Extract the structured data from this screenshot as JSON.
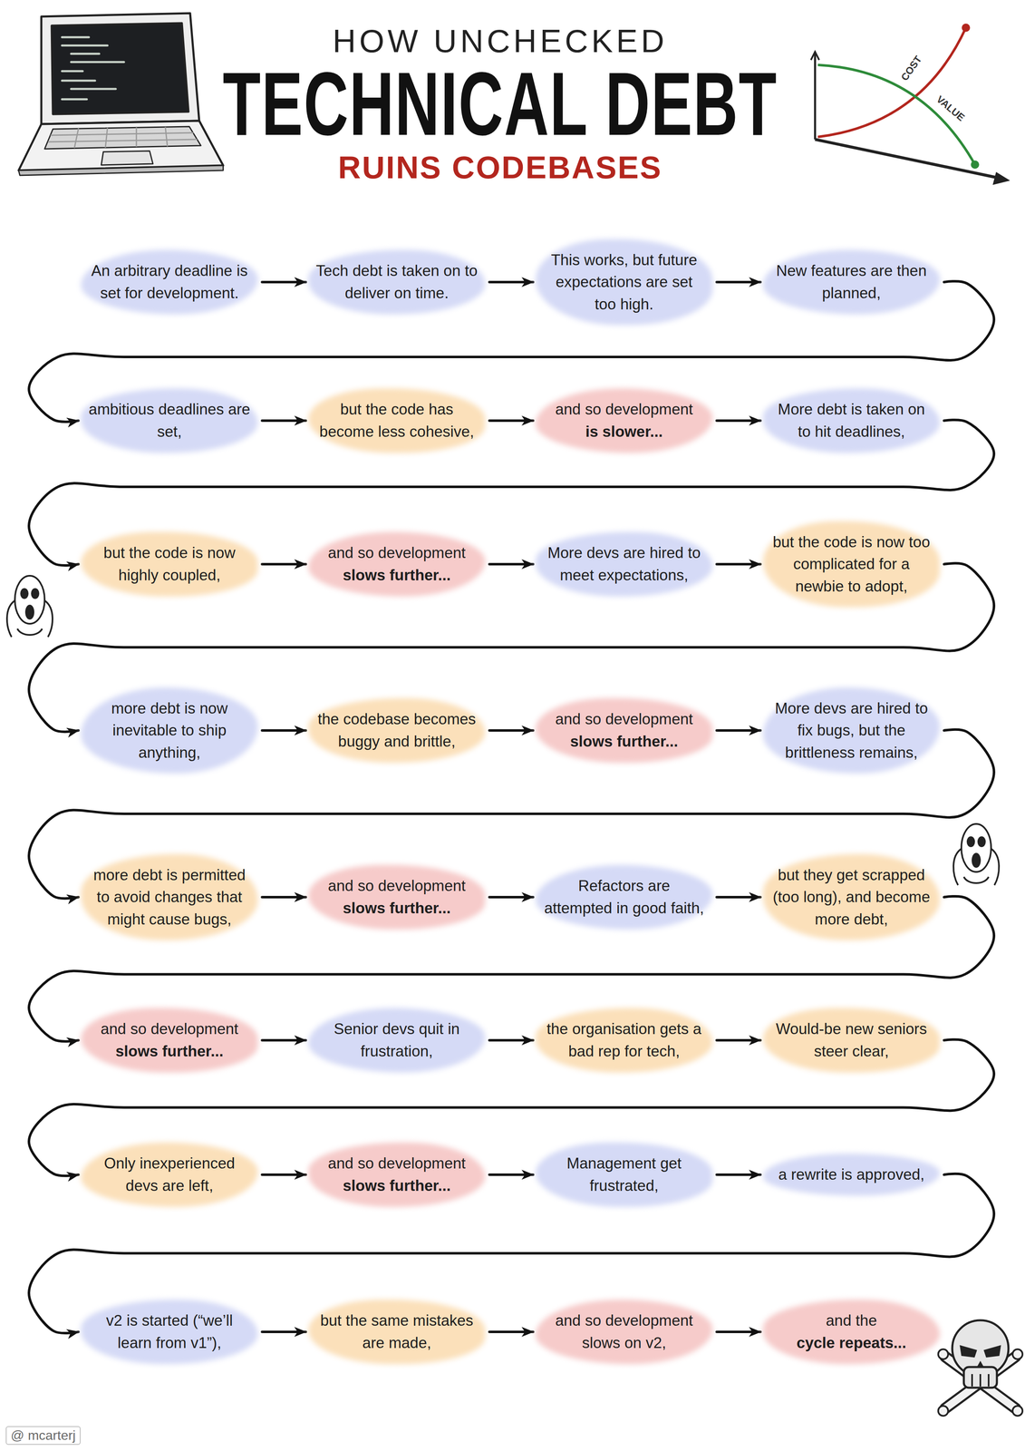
{
  "diagram": {
    "title": "TECHNICAL DEBT",
    "nodes": [
      {
        "text": [
          "An arbitrary deadline is set for development."
        ]
      },
      {
        "text": [
          "Tech debt is taken on to deliver on time."
        ]
      },
      {
        "text": [
          "This works, but future expectations are set too high."
        ]
      },
      {
        "text": [
          "New features are then planned,"
        ]
      },
      {
        "text": [
          "ambitious deadlines are set,"
        ]
      },
      {
        "text": [
          "but the code has become less cohesive,"
        ]
      },
      {
        "text": [
          "and so development",
          "is slower..."
        ]
      },
      {
        "text": [
          "More debt is taken on to hit deadlines,"
        ]
      },
      {
        "text": [
          "but the code is now highly coupled,"
        ]
      },
      {
        "text": [
          "and so development",
          "slows further..."
        ]
      },
      {
        "text": [
          "More devs are hired to meet expectations,"
        ]
      },
      {
        "text": [
          "but the code is now too complicated for a newbie to adopt,"
        ]
      },
      {
        "text": [
          "more debt is now inevitable to ship anything,"
        ]
      },
      {
        "text": [
          "the codebase becomes buggy and brittle,"
        ]
      },
      {
        "text": [
          "and so development",
          "slows further..."
        ]
      },
      {
        "text": [
          "More devs are hired to fix bugs, but the brittleness remains,"
        ]
      },
      {
        "text": [
          "more debt is permitted to avoid changes that might cause bugs,"
        ]
      },
      {
        "text": [
          "and so development",
          "slows further..."
        ]
      },
      {
        "text": [
          "Refactors are attempted in good faith,"
        ]
      },
      {
        "text": [
          "but they get scrapped (too long), and become more debt,"
        ]
      },
      {
        "text": [
          "and so development",
          "slows further..."
        ]
      },
      {
        "text": [
          "Senior devs quit in frustration,"
        ]
      },
      {
        "text": [
          "the organisation gets a bad rep for tech,"
        ]
      },
      {
        "text": [
          "Would-be new seniors steer clear,"
        ]
      },
      {
        "text": [
          "Only inexperienced devs are left,"
        ]
      },
      {
        "text": [
          "and so development",
          "slows further..."
        ]
      },
      {
        "text": [
          "Management get frustrated,"
        ]
      },
      {
        "text": [
          "a rewrite is approved,"
        ]
      },
      {
        "text": [
          "v2 is started (“we’ll learn from v1”),"
        ]
      },
      {
        "text": [
          "but the same mistakes are made,"
        ]
      },
      {
        "text": [
          "and so development slows on v2,"
        ]
      },
      {
        "text": [
          "and the",
          "cycle repeats..."
        ]
      }
    ],
    "edges": [
      {
        "from": 0,
        "to": 1,
        "arrow": "to"
      },
      {
        "from": 1,
        "to": 2,
        "arrow": "to"
      },
      {
        "from": 2,
        "to": 3,
        "arrow": "to"
      },
      {
        "from": 3,
        "to": 4,
        "arrow": "to"
      },
      {
        "from": 4,
        "to": 5,
        "arrow": "to"
      },
      {
        "from": 5,
        "to": 6,
        "arrow": "to"
      },
      {
        "from": 6,
        "to": 7,
        "arrow": "to"
      },
      {
        "from": 7,
        "to": 8,
        "arrow": "to"
      },
      {
        "from": 8,
        "to": 9,
        "arrow": "to"
      },
      {
        "from": 9,
        "to": 10,
        "arrow": "to"
      },
      {
        "from": 10,
        "to": 11,
        "arrow": "to"
      },
      {
        "from": 11,
        "to": 12,
        "arrow": "to"
      },
      {
        "from": 12,
        "to": 13,
        "arrow": "to"
      },
      {
        "from": 13,
        "to": 14,
        "arrow": "to"
      },
      {
        "from": 14,
        "to": 15,
        "arrow": "to"
      },
      {
        "from": 15,
        "to": 16,
        "arrow": "to"
      },
      {
        "from": 16,
        "to": 17,
        "arrow": "to"
      },
      {
        "from": 17,
        "to": 18,
        "arrow": "to"
      },
      {
        "from": 18,
        "to": 19,
        "arrow": "to"
      },
      {
        "from": 19,
        "to": 20,
        "arrow": "to"
      },
      {
        "from": 20,
        "to": 21,
        "arrow": "to"
      },
      {
        "from": 21,
        "to": 22,
        "arrow": "to"
      },
      {
        "from": 22,
        "to": 23,
        "arrow": "to"
      },
      {
        "from": 23,
        "to": 24,
        "arrow": "to"
      },
      {
        "from": 24,
        "to": 25,
        "arrow": "to"
      },
      {
        "from": 25,
        "to": 26,
        "arrow": "to"
      },
      {
        "from": 26,
        "to": 27,
        "arrow": "to"
      },
      {
        "from": 27,
        "to": 28,
        "arrow": "to"
      },
      {
        "from": 28,
        "to": 29,
        "arrow": "to"
      },
      {
        "from": 29,
        "to": 30,
        "arrow": "to"
      },
      {
        "from": 30,
        "to": 31,
        "arrow": "to"
      }
    ],
    "labels": [
      "HOW UNCHECKED",
      "RUINS CODEBASES",
      "COST",
      "VALUE",
      "@ mcarterj"
    ]
  }
}
